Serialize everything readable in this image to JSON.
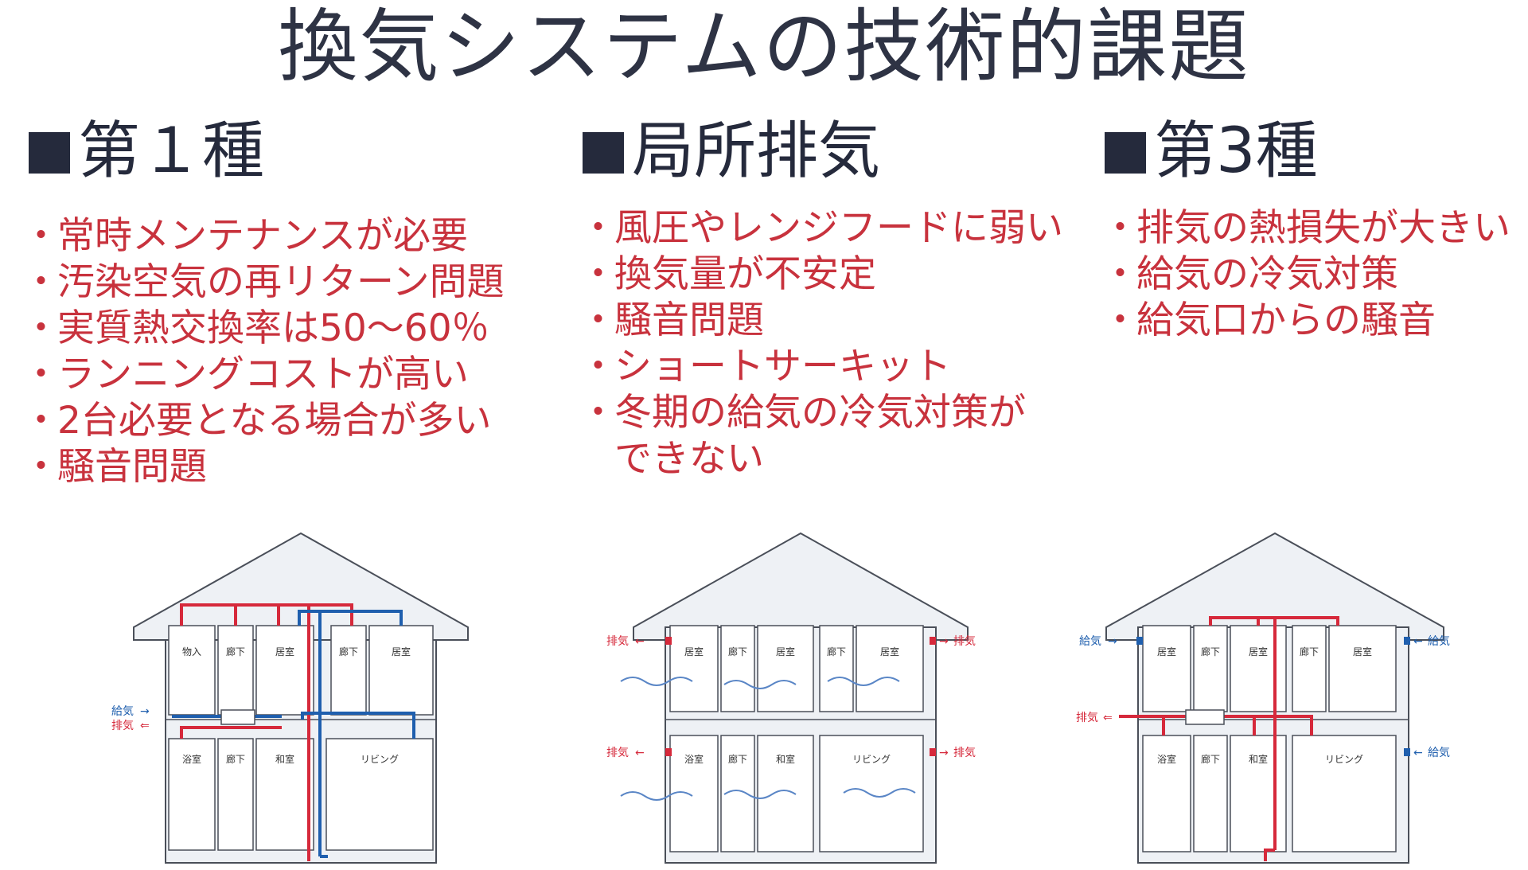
{
  "title": "換気システムの技術的課題",
  "colors": {
    "title": "#2e3344",
    "text_red": "#c8323d",
    "duct_red": "#d6293b",
    "duct_blue": "#1f5fae",
    "house_fill": "#eef1f5",
    "house_line": "#4a4f59"
  },
  "sections": [
    {
      "heading": "第１種",
      "items": [
        "常時メンテナンスが必要",
        "汚染空気の再リターン問題",
        "実質熱交換率は50～60％",
        "ランニングコストが高い",
        "2台必要となる場合が多い",
        "騒音問題"
      ],
      "diagram": {
        "rooms_top": [
          "物入",
          "廊下",
          "居室",
          "廊下",
          "居室"
        ],
        "rooms_bottom": [
          "浴室",
          "廊下",
          "和室",
          "リビング"
        ],
        "labels": {
          "supply": "給気",
          "exhaust": "排気"
        }
      }
    },
    {
      "heading": "局所排気",
      "items": [
        "風圧やレンジフードに弱い",
        "換気量が不安定",
        "騒音問題",
        "ショートサーキット",
        "冬期の給気の冷気対策が",
        "できない"
      ],
      "diagram": {
        "rooms_top": [
          "居室",
          "廊下",
          "居室",
          "廊下",
          "居室"
        ],
        "rooms_bottom": [
          "浴室",
          "廊下",
          "和室",
          "リビング"
        ],
        "labels": {
          "exhaust": "排気"
        }
      }
    },
    {
      "heading": "第3種",
      "items": [
        "排気の熱損失が大きい",
        "給気の冷気対策",
        "給気口からの騒音"
      ],
      "diagram": {
        "rooms_top": [
          "居室",
          "廊下",
          "居室",
          "廊下",
          "居室"
        ],
        "rooms_bottom": [
          "浴室",
          "廊下",
          "和室",
          "リビング"
        ],
        "labels": {
          "supply": "給気",
          "exhaust": "排気"
        }
      }
    }
  ]
}
